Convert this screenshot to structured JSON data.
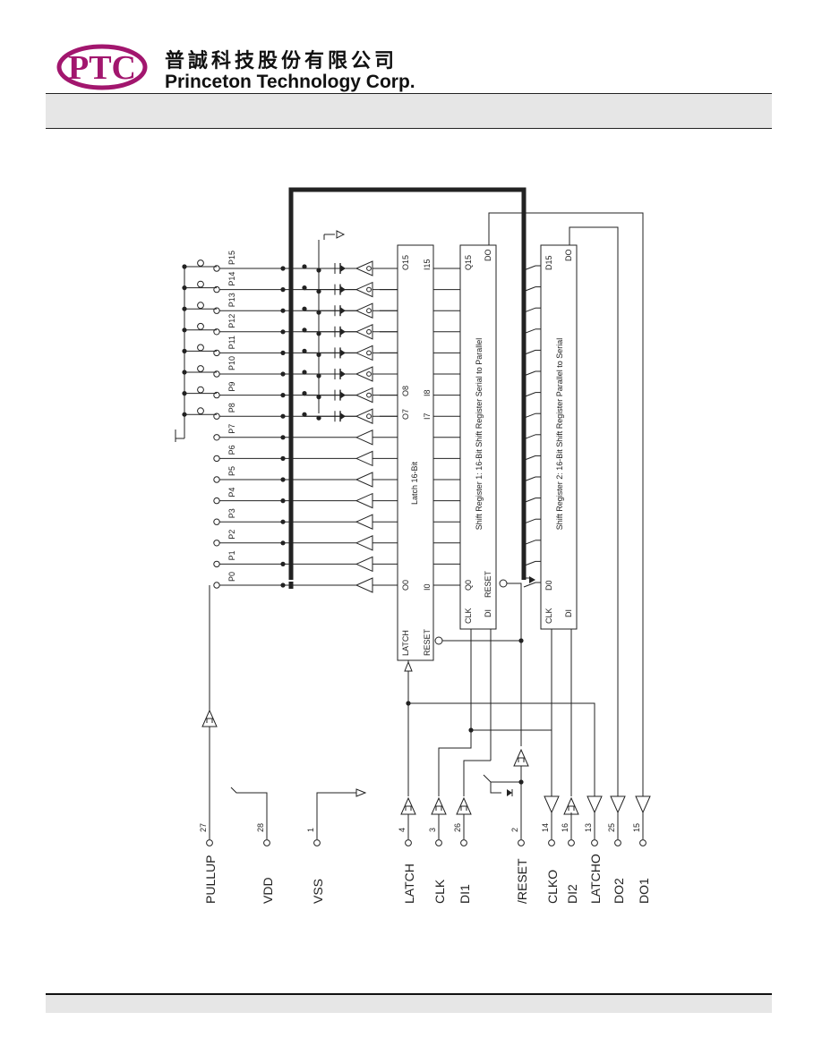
{
  "header": {
    "company_cn": "普誠科技股份有限公司",
    "company_en": "Princeton Technology Corp.",
    "logo_text": "PTC",
    "logo_color": "#a2166e"
  },
  "blocks": {
    "latch": "Latch 16-Bit",
    "sr1": "Shift Register 1: 16-Bit Shift Register Serial to Parallel",
    "sr2": "Shift Register 2: 16-Bit Shift Register Parallel to Serial"
  },
  "latch_pins": {
    "o15": "O15",
    "i15": "I15",
    "o8": "O8",
    "i8": "I8",
    "o7": "O7",
    "i7": "I7",
    "o0": "O0",
    "i0": "I0",
    "latch": "LATCH",
    "reset": "RESET"
  },
  "sr1_pins": {
    "q15": "Q15",
    "do": "DO",
    "q0": "Q0",
    "reset": "RESET",
    "clk": "CLK",
    "di": "DI"
  },
  "sr2_pins": {
    "d15": "D15",
    "do": "DO",
    "d0": "D0",
    "clk": "CLK",
    "di": "DI"
  },
  "ports": [
    "P0",
    "P1",
    "P2",
    "P3",
    "P4",
    "P5",
    "P6",
    "P7",
    "P8",
    "P9",
    "P10",
    "P11",
    "P12",
    "P13",
    "P14",
    "P15"
  ],
  "pins": [
    {
      "name": "PULLUP",
      "num": "27"
    },
    {
      "name": "VDD",
      "num": "28"
    },
    {
      "name": "VSS",
      "num": "1"
    },
    {
      "name": "LATCH",
      "num": "4"
    },
    {
      "name": "CLK",
      "num": "3"
    },
    {
      "name": "DI1",
      "num": "26"
    },
    {
      "name": "/RESET",
      "num": "2"
    },
    {
      "name": "CLKO",
      "num": "14"
    },
    {
      "name": "DI2",
      "num": "16"
    },
    {
      "name": "LATCHO",
      "num": "13"
    },
    {
      "name": "DO2",
      "num": "25"
    },
    {
      "name": "DO1",
      "num": "15"
    }
  ]
}
